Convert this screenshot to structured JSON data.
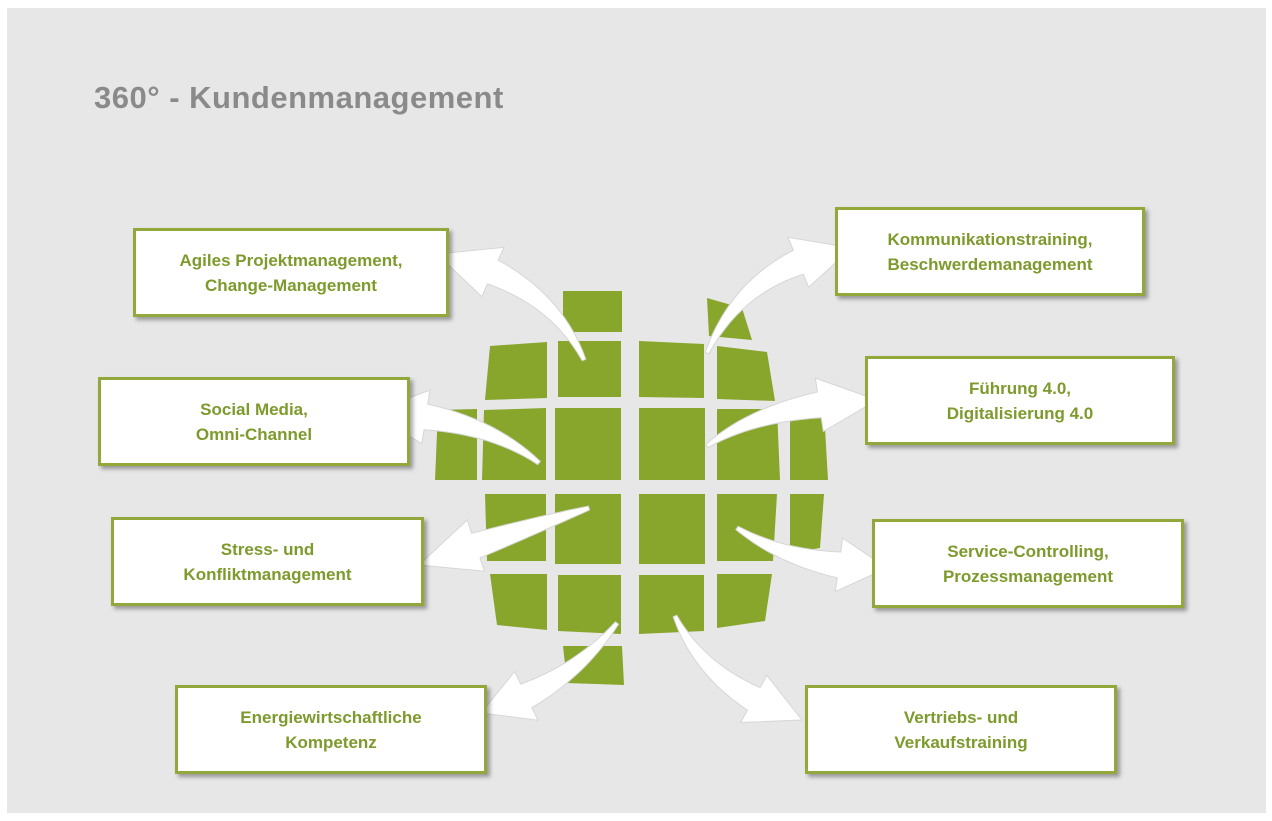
{
  "title": "360° - Kundenmanagement",
  "colors": {
    "background": "#e7e7e7",
    "tile": "#88a52c",
    "box_border": "#93a83b",
    "box_text": "#7d9a2c",
    "title": "#8a8a8a",
    "arrow": "#ffffff"
  },
  "topics": [
    {
      "id": "agile",
      "lines": [
        "Agiles Projektmanagement,",
        "Change-Management"
      ]
    },
    {
      "id": "kommunikation",
      "lines": [
        "Kommunikationstraining,",
        "Beschwerdemanagement"
      ]
    },
    {
      "id": "social",
      "lines": [
        "Social Media,",
        "Omni-Channel"
      ]
    },
    {
      "id": "fuehrung",
      "lines": [
        "Führung 4.0,",
        "Digitalisierung 4.0"
      ]
    },
    {
      "id": "stress",
      "lines": [
        "Stress- und",
        "Konfliktmanagement"
      ]
    },
    {
      "id": "service",
      "lines": [
        "Service-Controlling,",
        "Prozessmanagement"
      ]
    },
    {
      "id": "energie",
      "lines": [
        "Energiewirtschaftliche",
        "Kompetenz"
      ]
    },
    {
      "id": "vertrieb",
      "lines": [
        "Vertriebs- und",
        "Verkaufstraining"
      ]
    }
  ]
}
